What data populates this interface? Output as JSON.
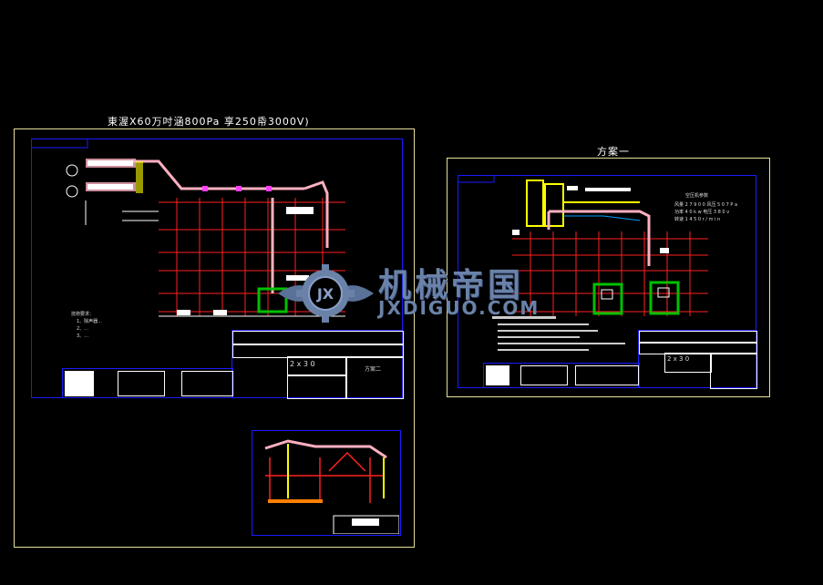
{
  "left_drawing": {
    "title": "東渥X60万吋涵800Pa 享250帋3000V)",
    "notes_title": "技術要求：",
    "notes": [
      "1、除声器…",
      "2、…",
      "3、…"
    ],
    "titleblock_text_1": "2 x 3 0",
    "titleblock_text_2": "方案二"
  },
  "right_drawing": {
    "title": "方案一",
    "titleblock_text_1": "2 x 3 0",
    "spec_lines": [
      "空压机参数",
      "风量  2 7 9 0 0  风压 5 0 7 P a",
      "功率 4 0 k w  电压 3 8 0 v",
      "转速 1 4 5 0 r / m i n"
    ]
  },
  "watermark": {
    "chinese": "机械帝国",
    "english": "JXDIGUO.COM",
    "logo_letters": "JX"
  },
  "colors": {
    "background": "#000000",
    "sheet_border": "#e8e0a0",
    "frame": "#1a1aff",
    "red_lines": "#ff2020",
    "duct": "#ffb0c0",
    "green": "#00c000",
    "yellow": "#ffff00",
    "watermark": "#6a82a8"
  }
}
